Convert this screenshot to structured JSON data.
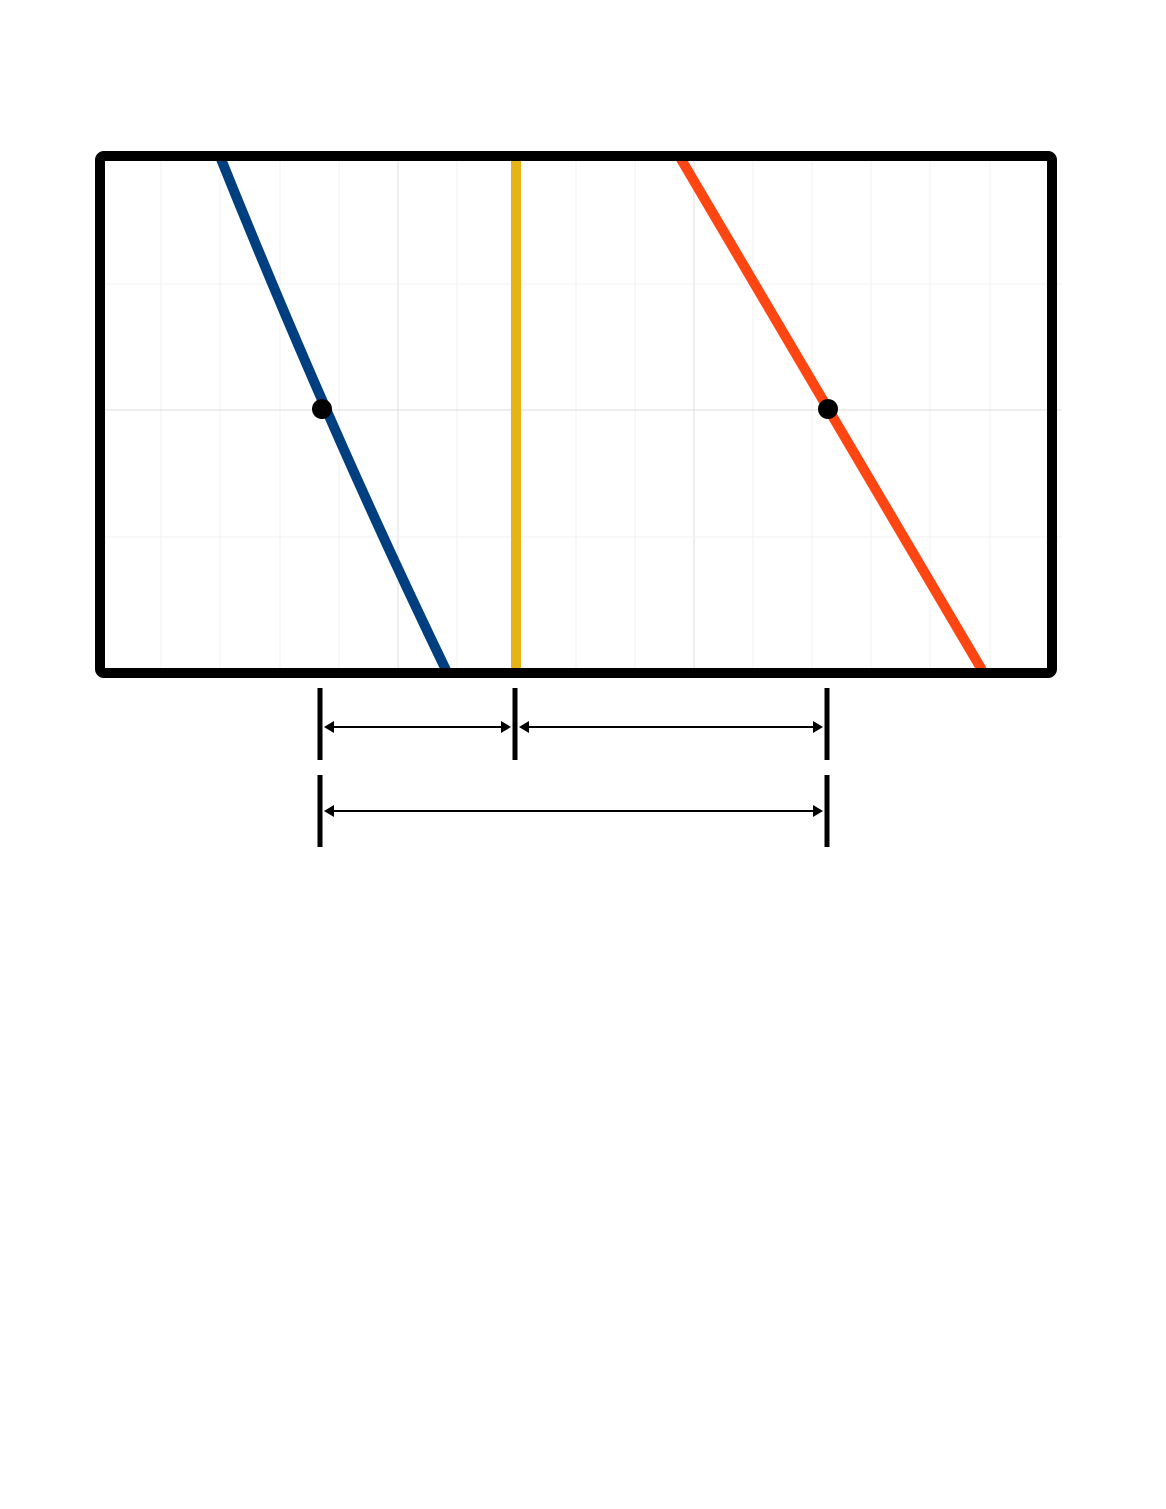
{
  "colors": {
    "background": "#ffffff",
    "frame": "#000000",
    "grid_minor": "#f1f1f1",
    "grid_major": "#dddddd",
    "blue_curve": "#003f7f",
    "yellow_line": "#e6b414",
    "orange_curve": "#ff4512",
    "marker": "#000000",
    "dimension": "#000000"
  },
  "diagram": {
    "curves": [
      {
        "id": "blue",
        "color_key": "blue_curve",
        "has_marker": true
      },
      {
        "id": "yellow",
        "color_key": "yellow_line",
        "has_marker": false
      },
      {
        "id": "orange",
        "color_key": "orange_curve",
        "has_marker": true
      }
    ],
    "dimensions": [
      {
        "id": "blue-to-yellow",
        "from": "blue",
        "to": "yellow"
      },
      {
        "id": "yellow-to-orange",
        "from": "yellow",
        "to": "orange"
      },
      {
        "id": "blue-to-orange",
        "from": "blue",
        "to": "orange"
      }
    ]
  }
}
